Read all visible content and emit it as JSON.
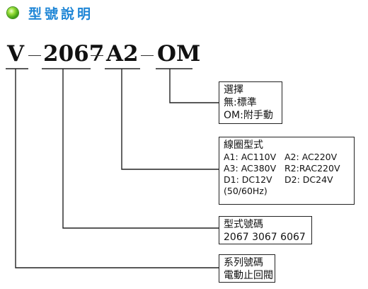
{
  "heading": {
    "title": "型號說明",
    "icon": "green-circle-bullet-icon",
    "title_color": "#1f86d6"
  },
  "model_code": {
    "parts": [
      "V",
      "2067",
      "A2",
      "OM"
    ],
    "separator": "–"
  },
  "option_box": {
    "title": "選擇",
    "lines": [
      "無:標準",
      "OM:附手動"
    ]
  },
  "coil_box": {
    "title": "線圈型式",
    "rows": [
      [
        "A1: AC110V",
        "A2: AC220V"
      ],
      [
        "A3: AC380V",
        "R2:RAC220V"
      ],
      [
        "D1: DC12V",
        "D2: DC24V"
      ]
    ],
    "note": "(50/60Hz)"
  },
  "type_box": {
    "title": "型式號碼",
    "value": "2067 3067 6067"
  },
  "series_box": {
    "title": "系列號碼",
    "value": "電動止回閥"
  }
}
